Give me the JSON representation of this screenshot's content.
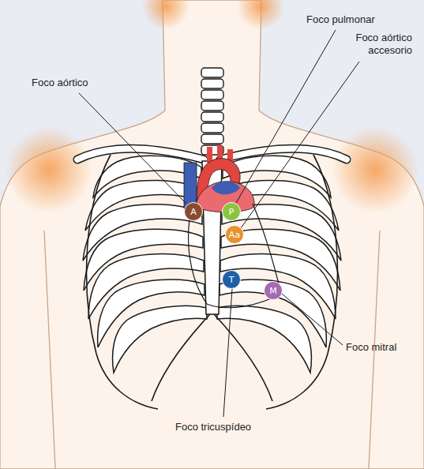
{
  "diagram": {
    "nodes": [
      {
        "text": [
          "A"
        ]
      },
      {
        "text": [
          "P"
        ]
      },
      {
        "text": [
          "Aa"
        ]
      },
      {
        "text": [
          "T"
        ]
      },
      {
        "text": [
          "M"
        ]
      }
    ],
    "labels": [
      "Foco pulmonar",
      "Foco aórtico accesorio",
      "Foco aórtico",
      "Foco mitral",
      "Foco tricuspídeo"
    ]
  }
}
